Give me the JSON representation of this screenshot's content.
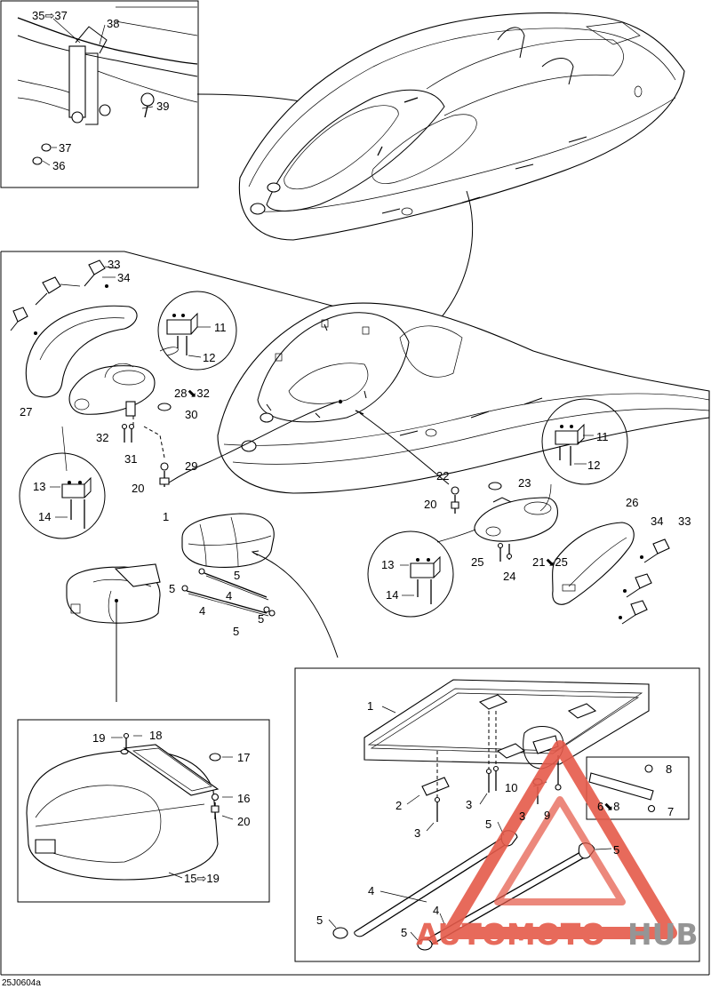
{
  "diagram_code": "25J0604a",
  "watermark": {
    "text_part1": "AUTOMOTO",
    "text_part2": "HUB",
    "color_primary": "#e55a4a",
    "color_secondary": "#f3b36b",
    "color_hub": "#8a8a8a"
  },
  "callouts": [
    {
      "id": "c35",
      "text": "35⇨37"
    },
    {
      "id": "c38",
      "text": "38"
    },
    {
      "id": "c39",
      "text": "39"
    },
    {
      "id": "c37",
      "text": "37"
    },
    {
      "id": "c36",
      "text": "36"
    },
    {
      "id": "c33a",
      "text": "33"
    },
    {
      "id": "c34a",
      "text": "34"
    },
    {
      "id": "c11a",
      "text": "11"
    },
    {
      "id": "c12a",
      "text": "12"
    },
    {
      "id": "c27",
      "text": "27"
    },
    {
      "id": "c28",
      "text": "28⬊32"
    },
    {
      "id": "c30",
      "text": "30"
    },
    {
      "id": "c32",
      "text": "32"
    },
    {
      "id": "c31",
      "text": "31"
    },
    {
      "id": "c29",
      "text": "29"
    },
    {
      "id": "c20a",
      "text": "20"
    },
    {
      "id": "c13a",
      "text": "13"
    },
    {
      "id": "c14a",
      "text": "14"
    },
    {
      "id": "c1a",
      "text": "1"
    },
    {
      "id": "c5a",
      "text": "5"
    },
    {
      "id": "c4a",
      "text": "4"
    },
    {
      "id": "c4b",
      "text": "4"
    },
    {
      "id": "c5b",
      "text": "5"
    },
    {
      "id": "c5c",
      "text": "5"
    },
    {
      "id": "c5d",
      "text": "5"
    },
    {
      "id": "c11b",
      "text": "11"
    },
    {
      "id": "c12b",
      "text": "12"
    },
    {
      "id": "c22",
      "text": "22"
    },
    {
      "id": "c23",
      "text": "23"
    },
    {
      "id": "c20b",
      "text": "20"
    },
    {
      "id": "c26",
      "text": "26"
    },
    {
      "id": "c34b",
      "text": "34"
    },
    {
      "id": "c33b",
      "text": "33"
    },
    {
      "id": "c13b",
      "text": "13"
    },
    {
      "id": "c25",
      "text": "25"
    },
    {
      "id": "c21",
      "text": "21⬊25"
    },
    {
      "id": "c24",
      "text": "24"
    },
    {
      "id": "c14b",
      "text": "14"
    },
    {
      "id": "c19",
      "text": "19"
    },
    {
      "id": "c18",
      "text": "18"
    },
    {
      "id": "c17",
      "text": "17"
    },
    {
      "id": "c16",
      "text": "16"
    },
    {
      "id": "c20c",
      "text": "20"
    },
    {
      "id": "c15",
      "text": "15⇨19"
    },
    {
      "id": "c1b",
      "text": "1"
    },
    {
      "id": "c2",
      "text": "2"
    },
    {
      "id": "c3a",
      "text": "3"
    },
    {
      "id": "c3b",
      "text": "3"
    },
    {
      "id": "c3c",
      "text": "3"
    },
    {
      "id": "c10",
      "text": "10"
    },
    {
      "id": "c9",
      "text": "9"
    },
    {
      "id": "c8",
      "text": "8"
    },
    {
      "id": "c6",
      "text": "6⬊8"
    },
    {
      "id": "c7",
      "text": "7"
    },
    {
      "id": "c5e",
      "text": "5"
    },
    {
      "id": "c5f",
      "text": "5"
    },
    {
      "id": "c4c",
      "text": "4"
    },
    {
      "id": "c4d",
      "text": "4"
    },
    {
      "id": "c5g",
      "text": "5"
    },
    {
      "id": "c5h",
      "text": "5"
    }
  ]
}
